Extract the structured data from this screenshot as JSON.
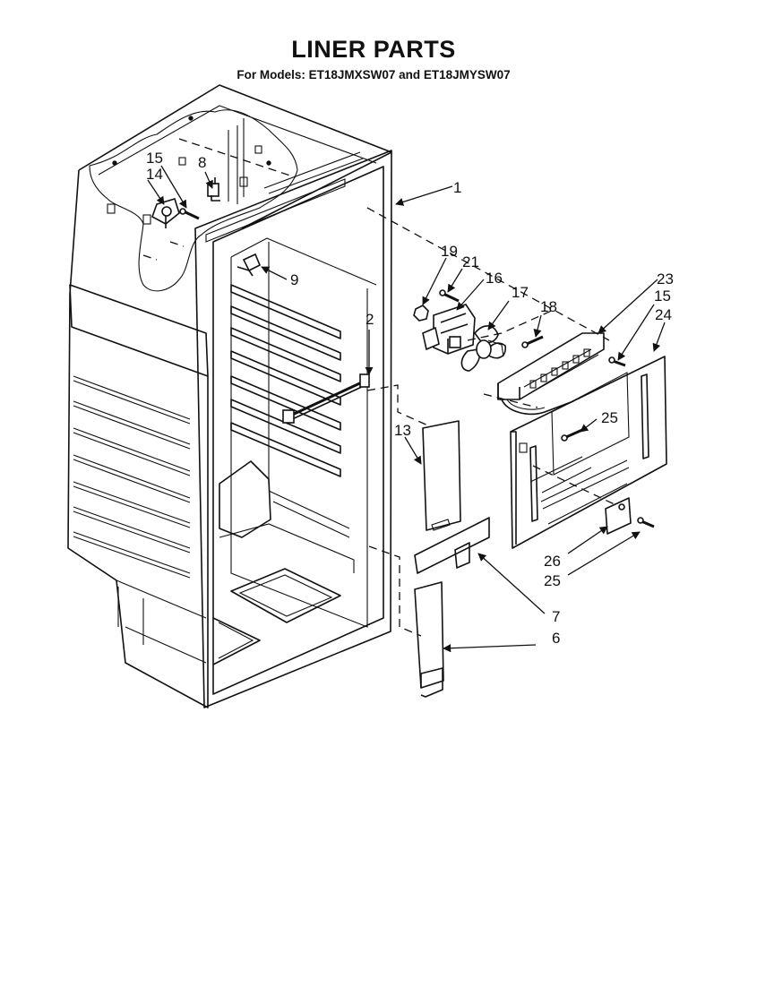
{
  "header": {
    "title": "LINER PARTS",
    "subtitle": "For Models: ET18JMXSW07 and ET18JMYSW07"
  },
  "callouts": {
    "c1": "1",
    "c2": "2",
    "c6": "6",
    "c7": "7",
    "c8": "8",
    "c9": "9",
    "c13": "13",
    "c14": "14",
    "c15a": "15",
    "c15b": "15",
    "c16": "16",
    "c17": "17",
    "c18": "18",
    "c19": "19",
    "c21": "21",
    "c23": "23",
    "c24": "24",
    "c25a": "25",
    "c25b": "25",
    "c26": "26"
  }
}
